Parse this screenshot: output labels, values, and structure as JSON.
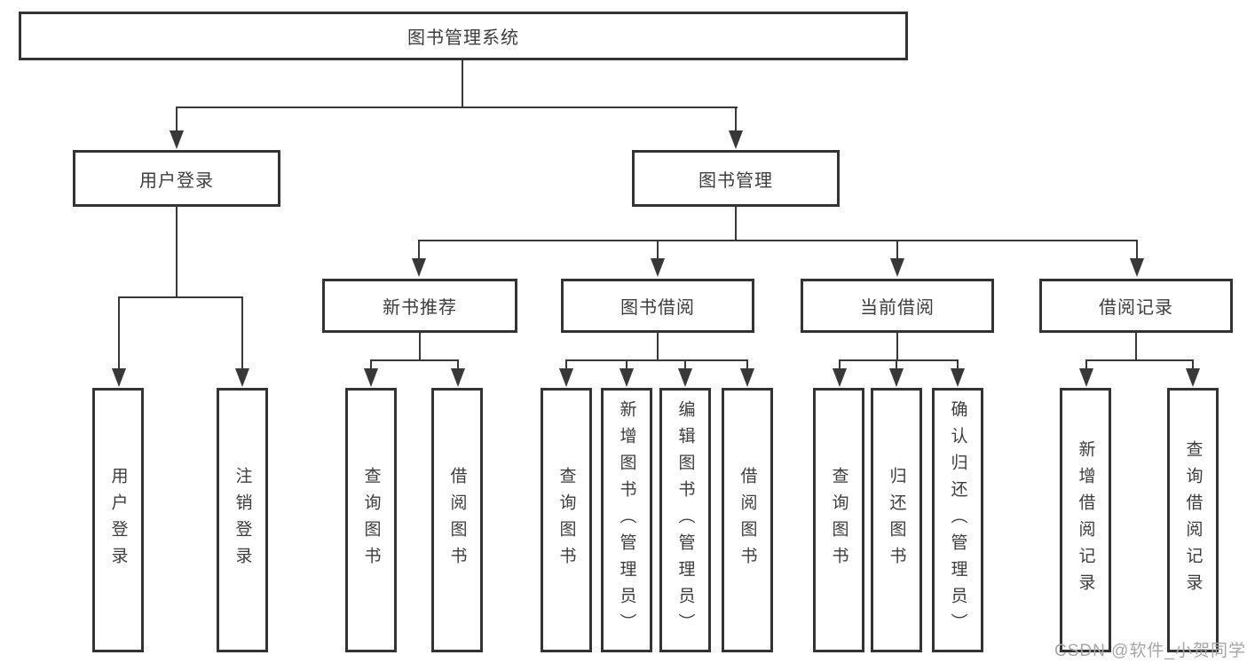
{
  "tree": {
    "label": "图书管理系统",
    "children": [
      {
        "label": "用户登录",
        "children": [
          {
            "label": "用户登录"
          },
          {
            "label": "注销登录"
          }
        ]
      },
      {
        "label": "图书管理",
        "children": [
          {
            "label": "新书推荐",
            "children": [
              {
                "label": "查询图书"
              },
              {
                "label": "借阅图书"
              }
            ]
          },
          {
            "label": "图书借阅",
            "children": [
              {
                "label": "查询图书"
              },
              {
                "label": "新增图书（管理员）"
              },
              {
                "label": "编辑图书（管理员）"
              },
              {
                "label": "借阅图书"
              }
            ]
          },
          {
            "label": "当前借阅",
            "children": [
              {
                "label": "查询图书"
              },
              {
                "label": "归还图书"
              },
              {
                "label": "确认归还（管理员）"
              }
            ]
          },
          {
            "label": "借阅记录",
            "children": [
              {
                "label": "新增借阅记录"
              },
              {
                "label": "查询借阅记录"
              }
            ]
          }
        ]
      }
    ]
  },
  "watermark": "CSDN @软件_小贺同学",
  "colors": {
    "line": "#383838",
    "border": "#333333",
    "text": "#3d3d3d",
    "watermark": "#a6a6a6"
  }
}
